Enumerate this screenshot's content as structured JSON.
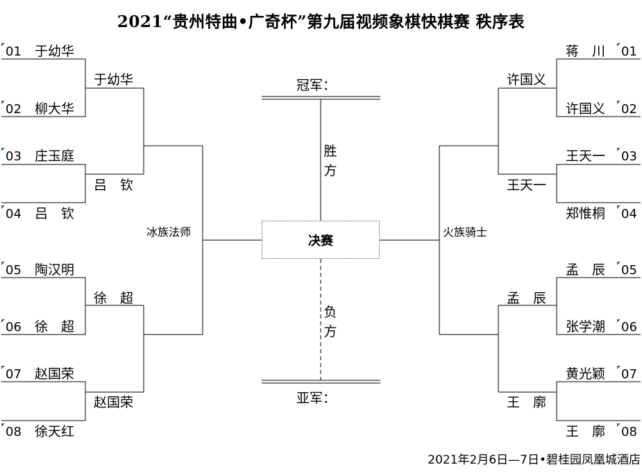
{
  "title": "2021“贵州特曲•广奇杯”第九届视频象棋快棋赛 秩序表",
  "left_players": [
    {
      "num": "01",
      "name": "于幼华"
    },
    {
      "num": "02",
      "name": "柳大华"
    },
    {
      "num": "03",
      "name": "庄玉庭"
    },
    {
      "num": "04",
      "name": "吕　钦"
    },
    {
      "num": "05",
      "name": "陶汉明"
    },
    {
      "num": "06",
      "name": "徐　超"
    },
    {
      "num": "07",
      "name": "赵国荣"
    },
    {
      "num": "08",
      "name": "徐天红"
    }
  ],
  "right_players": [
    {
      "num": "01",
      "name": "蒋　川"
    },
    {
      "num": "02",
      "name": "许国义"
    },
    {
      "num": "03",
      "name": "王天一"
    },
    {
      "num": "04",
      "name": "郑惟桐"
    },
    {
      "num": "05",
      "name": "孟　辰"
    },
    {
      "num": "06",
      "name": "张学潮"
    },
    {
      "num": "07",
      "name": "黄光颖"
    },
    {
      "num": "08",
      "name": "王　廓"
    }
  ],
  "left_round2": [
    "于幼华",
    "吕　钦",
    "徐　超",
    "赵国荣"
  ],
  "right_round2": [
    "许国义",
    "王天一",
    "孟　辰",
    "王　廓"
  ],
  "left_team": "冰族法师",
  "right_team": "火族骑士",
  "champion_label": "冠军：",
  "runner_up_label": "亚军：",
  "final_label": "决赛",
  "winner_side": [
    "胜",
    "方"
  ],
  "loser_side": [
    "负",
    "方"
  ],
  "footer": "2021年2月6日—7日•碧桂园凤凰城酒店",
  "colors": {
    "line": "#000000",
    "corner_mark": "#1a8a1a"
  }
}
